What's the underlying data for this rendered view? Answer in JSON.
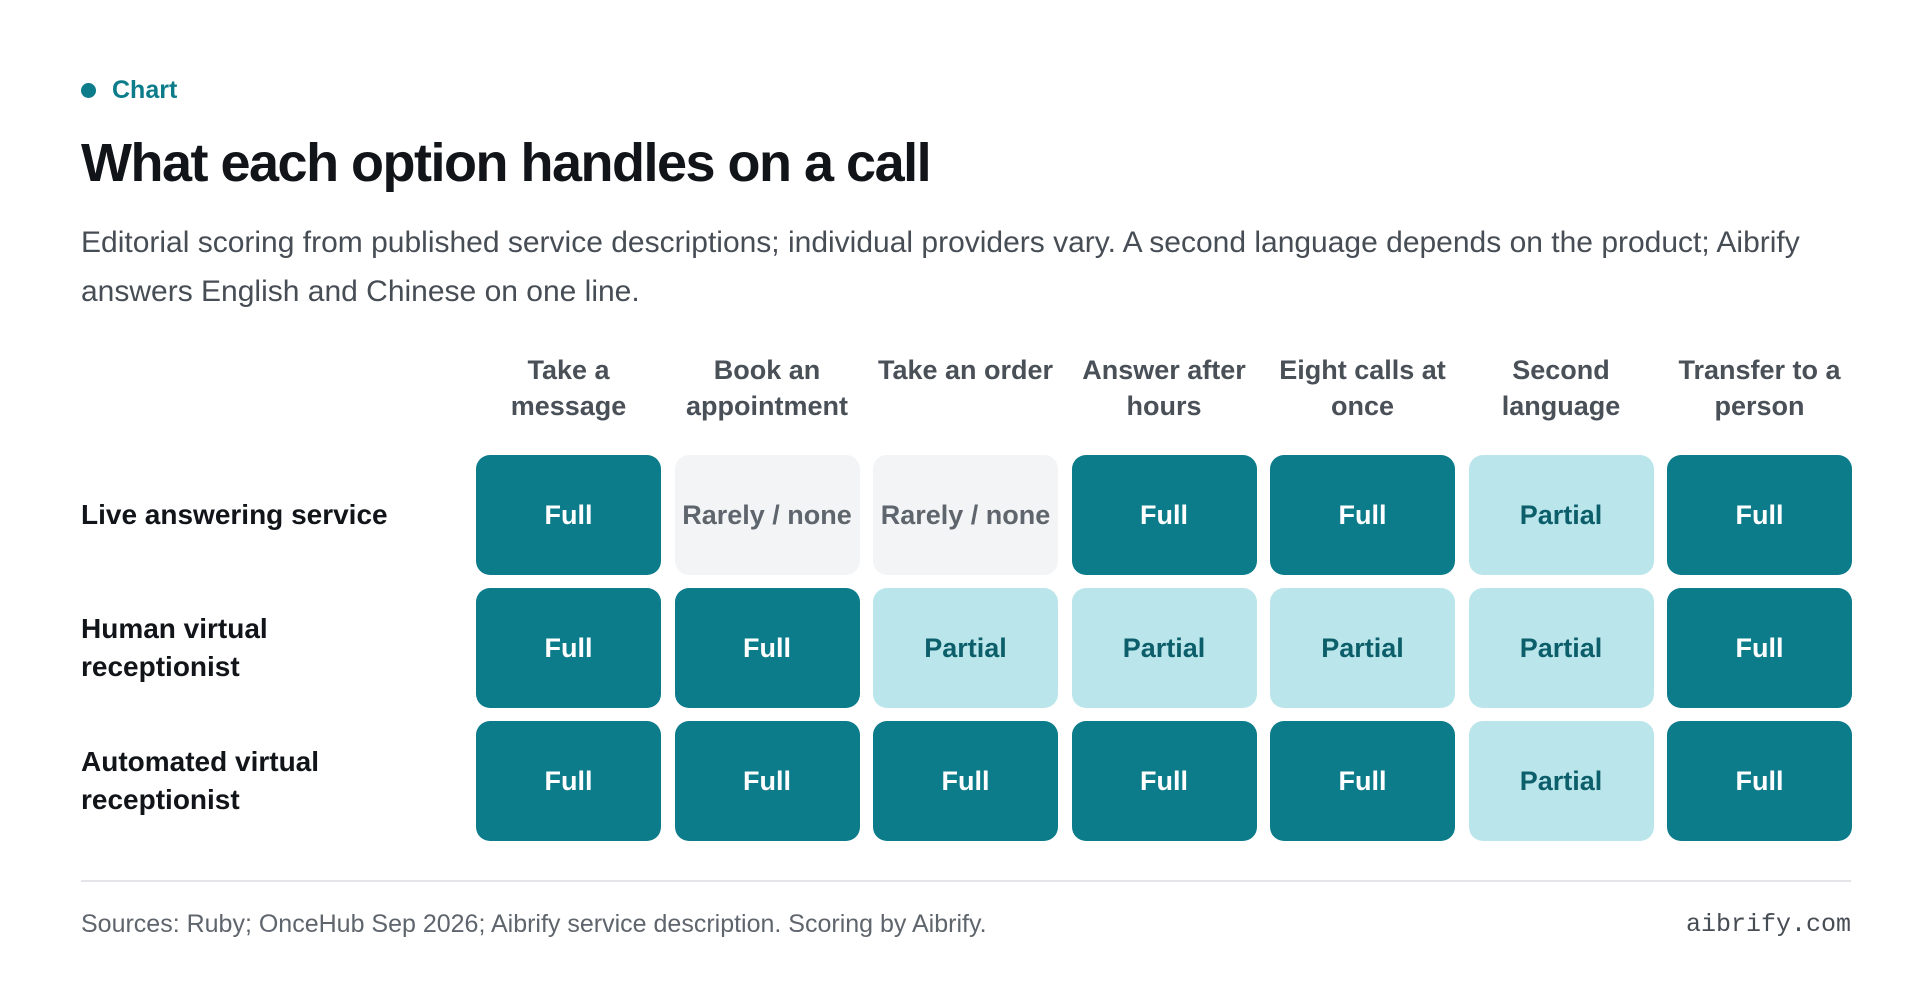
{
  "header": {
    "kicker": "Chart",
    "title": "What each option handles on a call",
    "subtitle": "Editorial scoring from published service descriptions; individual providers vary. A second language depends on the product; Aibrify answers English and Chinese on one line."
  },
  "chart_data": {
    "type": "table",
    "columns": [
      "Take a message",
      "Book an appointment",
      "Take an order",
      "Answer after hours",
      "Eight calls at once",
      "Second language",
      "Transfer to a person"
    ],
    "rows": [
      {
        "label": "Live answering service",
        "values": [
          "Full",
          "Rarely / none",
          "Rarely / none",
          "Full",
          "Full",
          "Partial",
          "Full"
        ]
      },
      {
        "label": "Human virtual receptionist",
        "values": [
          "Full",
          "Full",
          "Partial",
          "Partial",
          "Partial",
          "Partial",
          "Full"
        ]
      },
      {
        "label": "Automated virtual receptionist",
        "values": [
          "Full",
          "Full",
          "Full",
          "Full",
          "Full",
          "Partial",
          "Full"
        ]
      }
    ],
    "levels": {
      "Full": "#0c7c8b",
      "Partial": "#bae5eb",
      "Rarely / none": "#f3f4f6"
    }
  },
  "footer": {
    "source": "Sources: Ruby; OnceHub Sep 2026; Aibrify service description. Scoring by Aibrify.",
    "brand": "aibrify.com"
  }
}
